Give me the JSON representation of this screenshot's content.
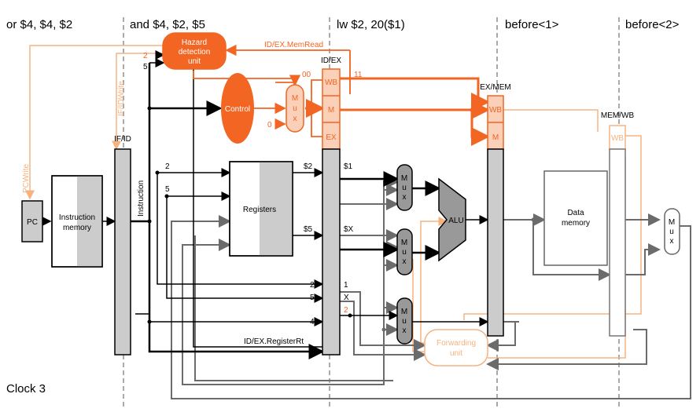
{
  "stages": [
    "or $4, $4, $2",
    "and $4, $2, $5",
    "lw $2, 20($1)",
    "before<1>",
    "before<2>"
  ],
  "clock": "Clock 3",
  "blocks": {
    "pc": "PC",
    "instruction_memory": [
      "Instruction",
      "memory"
    ],
    "registers": "Registers",
    "hazard_unit": [
      "Hazard",
      "detection",
      "unit"
    ],
    "control": "Control",
    "alu": "ALU",
    "data_memory": [
      "Data",
      "memory"
    ],
    "forwarding_unit": [
      "Forwarding",
      "unit"
    ],
    "mux_letters": [
      "M",
      "u",
      "x"
    ]
  },
  "pipeline_registers": [
    "IF/ID",
    "ID/EX",
    "EX/MEM",
    "MEM/WB"
  ],
  "control_fields": [
    "WB",
    "M",
    "EX"
  ],
  "signals": {
    "id_ex_memread": "ID/EX.MemRead",
    "if_id_write": "IF/IDWrite",
    "pc_write": "PCWrite",
    "instruction": "Instruction",
    "id_ex_registerrt": "ID/EX.RegisterRt",
    "mux_input_00": "00",
    "mux_input_0": "0",
    "wb_value_11": "11"
  },
  "values": {
    "hazard_in_top": "2",
    "hazard_in_bottom": "5",
    "if_id_rs": "2",
    "if_id_rt": "5",
    "reg_read_1": "$2",
    "reg_read_2": "$5",
    "rs_field": "2",
    "rt_field_a": "5",
    "rd_field": "4",
    "id_ex_reg1": "$1",
    "id_ex_reg2": "$X",
    "id_ex_rs": "1",
    "id_ex_rt": "X",
    "id_ex_dest": "2"
  },
  "colors": {
    "hazard": "#f26522",
    "inactive": "#f5b380",
    "shaded": "#cccccc"
  }
}
